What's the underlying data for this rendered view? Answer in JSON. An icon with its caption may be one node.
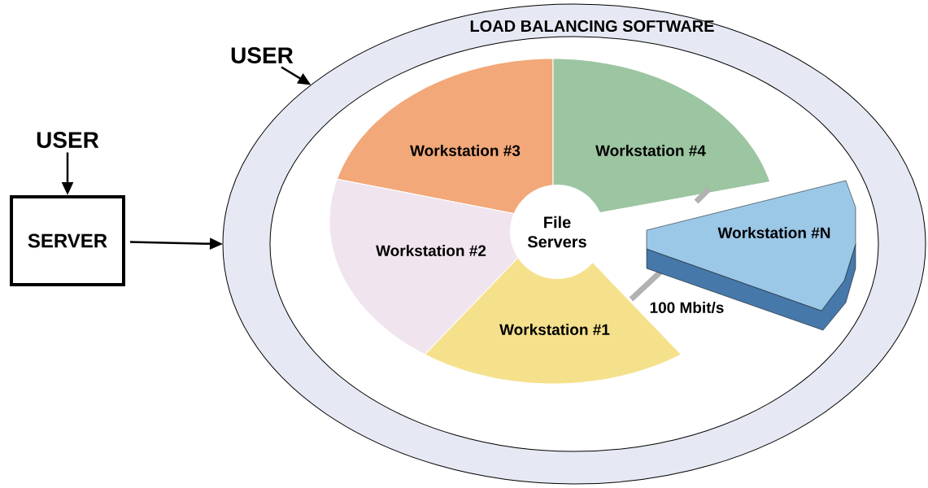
{
  "diagram": {
    "nodes": [
      {
        "text": [
          "USER"
        ]
      },
      {
        "text": [
          "SERVER"
        ]
      },
      {
        "text": [
          "LOAD BALANCING SOFTWARE"
        ]
      },
      {
        "text": [
          "USER"
        ]
      },
      {
        "text": [
          "Workstation #3"
        ],
        "in": 2
      },
      {
        "text": [
          "Workstation #4"
        ],
        "in": 2
      },
      {
        "text": [
          "Workstation #2"
        ],
        "in": 2
      },
      {
        "text": [
          "File Servers"
        ],
        "in": 2
      },
      {
        "text": [
          "Workstation #N"
        ],
        "in": 2
      },
      {
        "text": [
          "Workstation #1"
        ],
        "in": 2
      }
    ],
    "edges": [
      {
        "from": 0,
        "to": 1,
        "arrow": "to"
      },
      {
        "from": 1,
        "to": 2,
        "arrow": "to"
      },
      {
        "from": 3,
        "to": 2,
        "arrow": "to"
      }
    ],
    "labels": [
      "100 Mbit/s"
    ]
  }
}
